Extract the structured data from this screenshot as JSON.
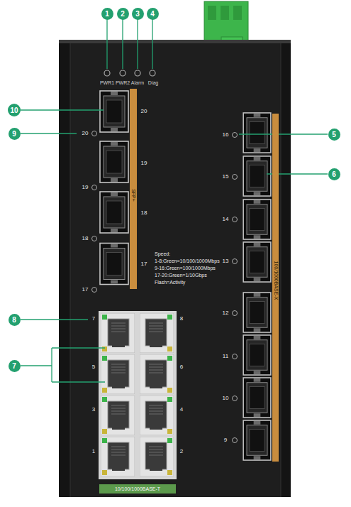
{
  "diagram": {
    "nodes": [
      {
        "text": [
          "1"
        ]
      },
      {
        "text": [
          "2"
        ]
      },
      {
        "text": [
          "3"
        ]
      },
      {
        "text": [
          "4"
        ]
      },
      {
        "text": [
          "SFP+"
        ]
      },
      {
        "text": [
          "10"
        ]
      },
      {
        "text": [
          "9"
        ]
      },
      {
        "text": [
          "5"
        ]
      },
      {
        "text": [
          "100/1000BASE-X"
        ]
      },
      {
        "text": [
          "6"
        ]
      },
      {
        "text": [
          "8"
        ]
      },
      {
        "text": [
          "7"
        ]
      },
      {
        "text": [
          "10/100/1000BASE-T"
        ]
      }
    ],
    "labels": [
      "PWR1",
      "PWR2",
      "Alarm",
      "Diag",
      "20",
      "19",
      "18",
      "17",
      "20",
      "19",
      "18",
      "17",
      "16",
      "15",
      "14",
      "13",
      "12",
      "11",
      "10",
      "9",
      "Speed:",
      "1-8:Green=10/100/1000Mbps",
      "9-16:Green=100/1000Mbps",
      "17-20:Green=1/10Gbps",
      "Flash=Activity",
      "7",
      "8",
      "5",
      "6",
      "3",
      "4",
      "1",
      "2"
    ]
  }
}
